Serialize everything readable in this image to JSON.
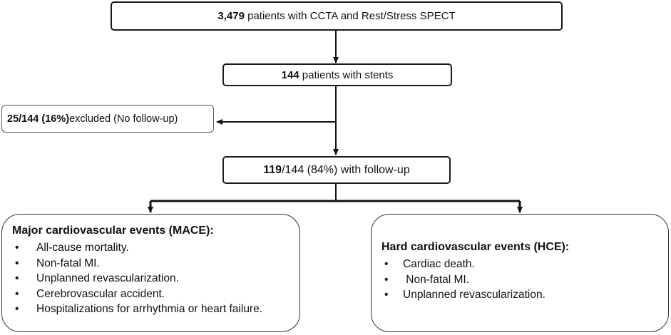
{
  "top_box": {
    "count": "3,479",
    "text": " patients with CCTA and Rest/Stress SPECT"
  },
  "stents_box": {
    "count": "144",
    "text": " patients with stents"
  },
  "excluded_box": {
    "fraction": "25/144 (16%)",
    "text": " excluded (No follow-up)"
  },
  "followup_box": {
    "count": "119",
    "text": "/144 (84%) with follow-up"
  },
  "mace_box": {
    "heading": "Major cardiovascular events (MACE):",
    "items": [
      "All-cause mortality.",
      "Non-fatal MI.",
      "Unplanned revascularization.",
      "Cerebrovascular accident.",
      "Hospitalizations for arrhythmia or heart failure."
    ]
  },
  "hce_box": {
    "heading": "Hard cardiovascular events (HCE):",
    "items": [
      "Cardiac death.",
      " Non-fatal MI.",
      "Unplanned revascularization."
    ]
  }
}
